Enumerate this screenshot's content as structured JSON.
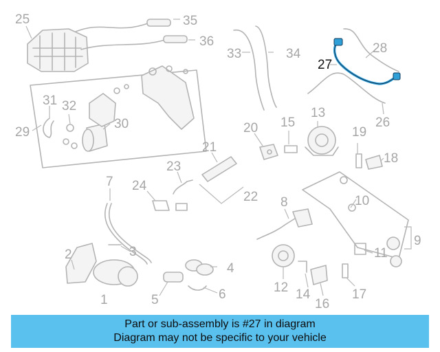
{
  "diagram": {
    "callouts": [
      "1",
      "2",
      "3",
      "4",
      "5",
      "6",
      "7",
      "8",
      "9",
      "10",
      "11",
      "12",
      "13",
      "14",
      "15",
      "16",
      "17",
      "18",
      "19",
      "20",
      "21",
      "22",
      "23",
      "24",
      "25",
      "26",
      "27",
      "28",
      "29",
      "30",
      "31",
      "32",
      "33",
      "34",
      "35",
      "36"
    ],
    "highlighted_callout": "27",
    "highlight_color": "#2f9fd8"
  },
  "banner": {
    "line1": "Part or sub-assembly is #27 in diagram",
    "line2": "Diagram may not be specific to your vehicle",
    "background": "#5ac0ee"
  }
}
